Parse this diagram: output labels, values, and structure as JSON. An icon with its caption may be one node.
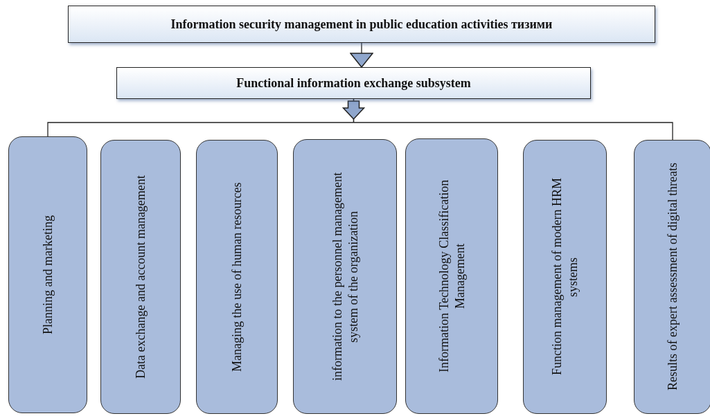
{
  "diagram": {
    "nodes": [
      {
        "text": [
          "Information security management in public education activities тизими"
        ]
      },
      {
        "text": [
          "Functional information exchange subsystem"
        ]
      },
      {
        "text": [
          "Planning and marketing"
        ]
      },
      {
        "text": [
          "Data exchange and account management"
        ]
      },
      {
        "text": [
          "Managing the use of human resources"
        ]
      },
      {
        "text": [
          "information to the personnel management system of the organization"
        ]
      },
      {
        "text": [
          "Information Technology Classification Management"
        ]
      },
      {
        "text": [
          "Function management of modern HRM systems"
        ]
      },
      {
        "text": [
          "Results of expert assessment of digital threats"
        ]
      }
    ],
    "edges": [
      {
        "from": 0,
        "to": 1,
        "arrow": "to"
      },
      {
        "from": 1,
        "to": 2,
        "arrow": "none"
      },
      {
        "from": 1,
        "to": 8,
        "arrow": "none"
      }
    ]
  }
}
